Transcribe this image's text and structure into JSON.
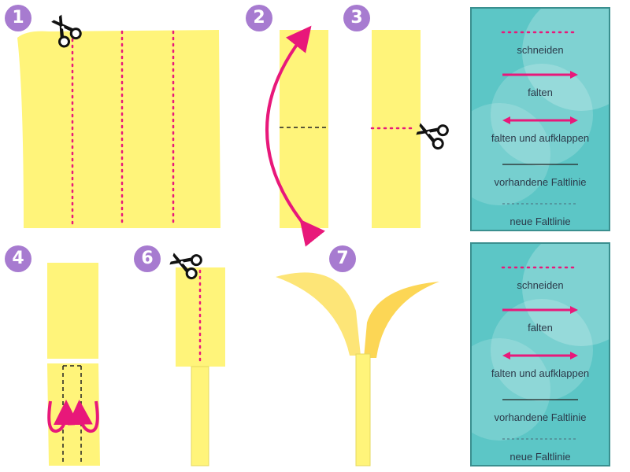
{
  "steps": [
    "1",
    "2",
    "3",
    "4",
    "6",
    "7"
  ],
  "legend": {
    "cut": "schneiden",
    "fold": "falten",
    "fold_unfold": "falten und aufklappen",
    "existing_fold": "vorhandene Faltlinie",
    "new_fold": "neue Faltlinie"
  },
  "colors": {
    "paper": "#fff47a",
    "magenta": "#e8187a",
    "badge": "#a77bd0",
    "legend_bg": "#5cc6c6"
  },
  "icons": [
    "scissors-icon",
    "fold-arrow-icon"
  ]
}
